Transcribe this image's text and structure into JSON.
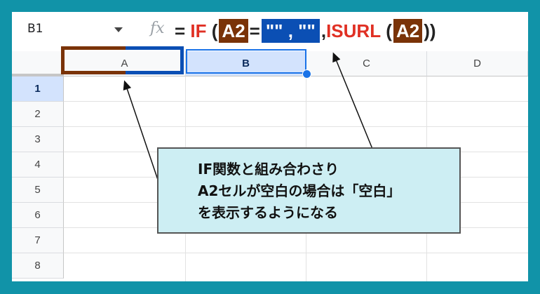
{
  "formula_bar": {
    "name_box": "B1",
    "fx_label": "fx",
    "formula_parts": {
      "eq": "= ",
      "if": "IF",
      "open1": " (",
      "ref1": "A2",
      "eq2": "=",
      "quotes": "\"\" , \"\"",
      "comma": ",",
      "isurl": "ISURL",
      "open2": " (",
      "ref2": "A2",
      "close": "))"
    }
  },
  "columns": [
    "A",
    "B",
    "C",
    "D"
  ],
  "rows": [
    "1",
    "2",
    "3",
    "4",
    "5",
    "6",
    "7",
    "8"
  ],
  "selected_cell": "B1",
  "callout": {
    "lines": [
      "IF関数と組み合わさり",
      "A2セルが空白の場合は「空白」",
      "を表示するようになる"
    ]
  },
  "colors": {
    "background": "#1193a8",
    "brown_highlight": "#7a3308",
    "blue_highlight": "#0b4fb4",
    "function_red": "#e03024",
    "selection_blue": "#1a73e8",
    "callout_bg": "#cdeef3"
  }
}
